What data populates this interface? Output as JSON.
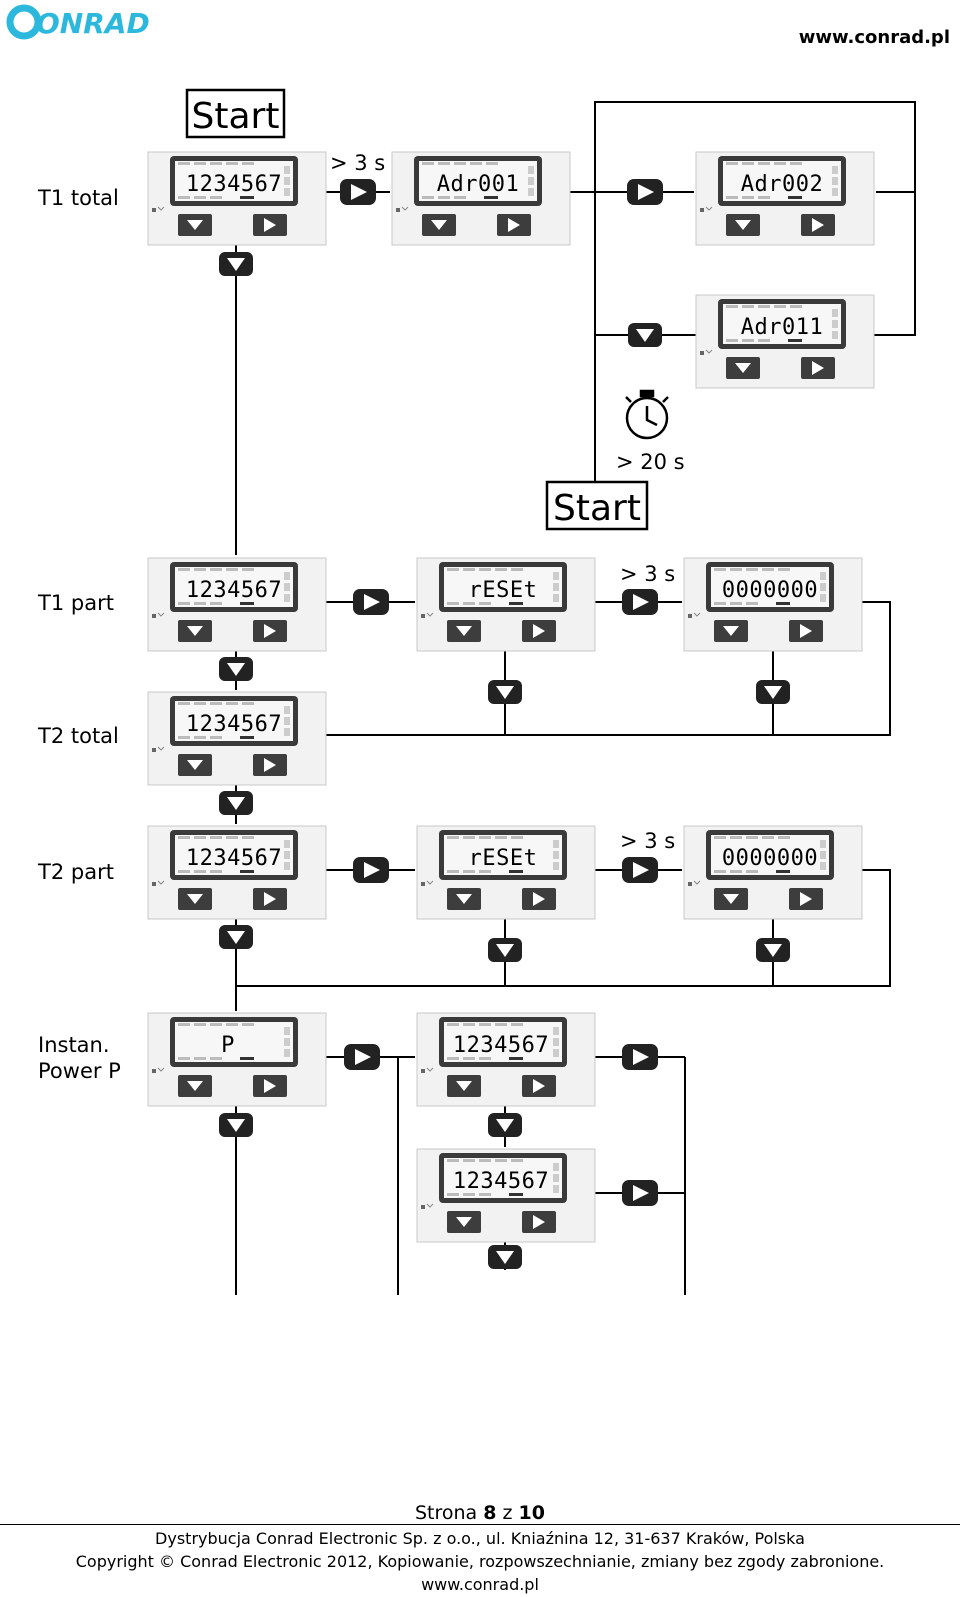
{
  "header": {
    "logo_text": "CONRAD",
    "url": "www.conrad.pl"
  },
  "colors": {
    "logo": "#2cb8dc",
    "panel": "#f2f2f2",
    "lcd_frame": "#3a3a3a",
    "lcd_screen": "#f7f7f7"
  },
  "diagram": {
    "start_label": "Start",
    "notes": {
      "long_press": "> 3 s",
      "timeout": "> 20 s"
    },
    "row_labels": {
      "t1_total": "T1 total",
      "t1_part": "T1 part",
      "t2_total": "T2 total",
      "t2_part": "T2 part",
      "instan_line1": "Instan.",
      "instan_line2": "Power P"
    },
    "displays": {
      "t1_total": "1234567",
      "adr001": "Adr001",
      "adr002": "Adr002",
      "adr011": "Adr011",
      "t1_part": "1234567",
      "t1_reset": "rESEt",
      "t1_zero": "0000000",
      "t2_total": "1234567",
      "t2_part": "1234567",
      "t2_reset": "rESEt",
      "t2_zero": "0000000",
      "power": "P",
      "power_value_1": "1234567",
      "power_value_2": "1234567"
    }
  },
  "footer": {
    "page_prefix": "Strona ",
    "page_current": "8",
    "page_sep": " z ",
    "page_total": "10",
    "line1": "Dystrybucja Conrad Electronic Sp. z o.o., ul. Kniaźnina 12, 31-637 Kraków, Polska",
    "line2": "Copyright © Conrad Electronic 2012, Kopiowanie, rozpowszechnianie, zmiany bez zgody zabronione.",
    "line3": "www.conrad.pl"
  }
}
